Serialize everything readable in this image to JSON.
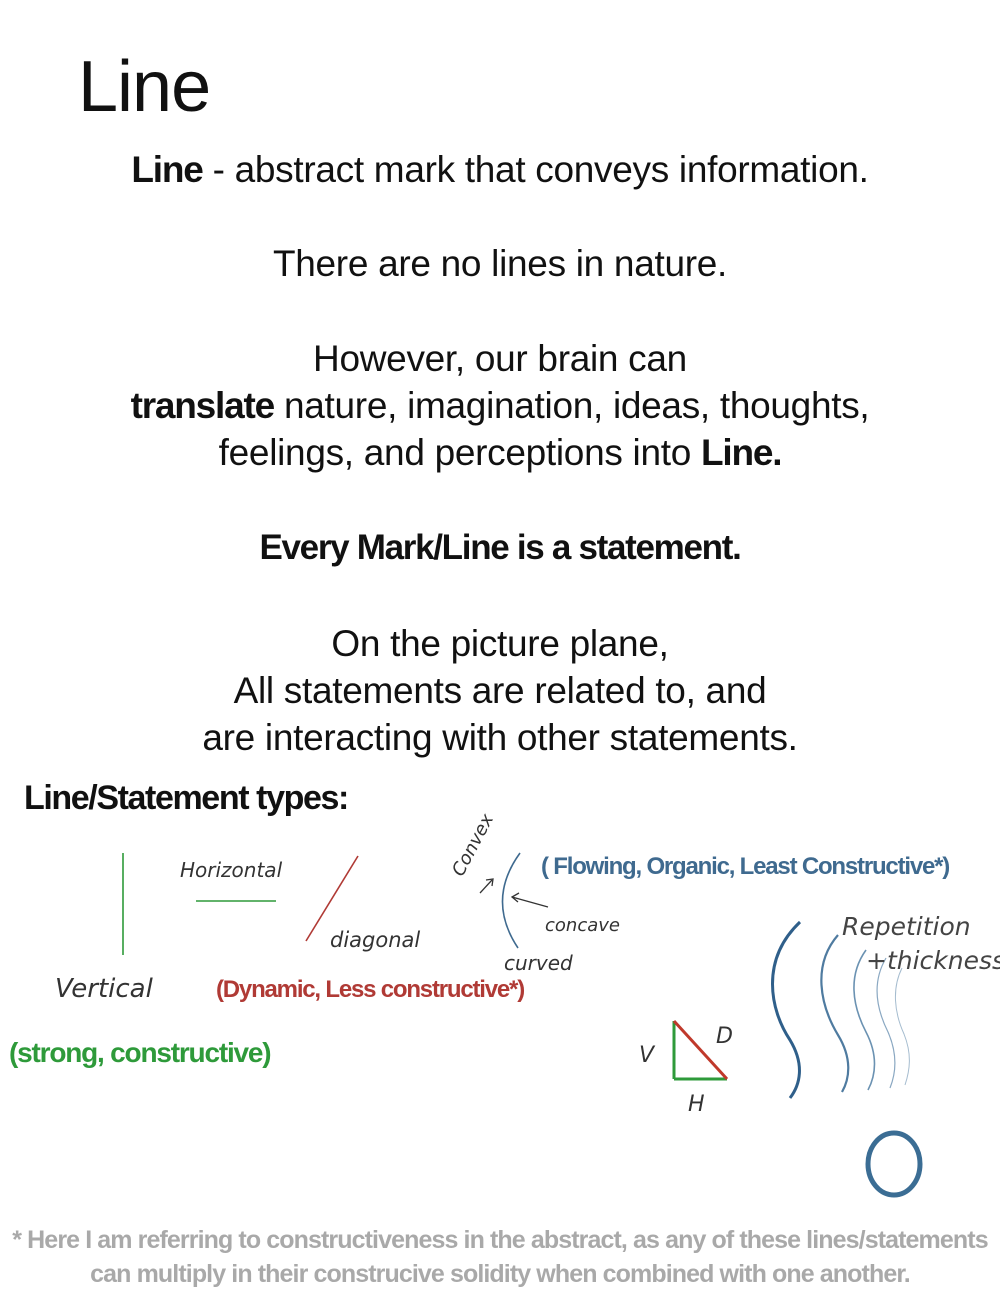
{
  "title": "Line",
  "definition": {
    "term": "Line",
    "rest": " - abstract mark that conveys information."
  },
  "no_lines": "There are no lines in nature.",
  "however": {
    "line1": "However, our brain can",
    "translate_word": "translate",
    "line2_rest": " nature, imagination, ideas, thoughts,",
    "line3_start": "feelings, and perceptions into ",
    "line3_bold": "Line."
  },
  "statement": "Every Mark/Line is a statement.",
  "picture_plane": {
    "line1": "On the picture plane,",
    "line2": "All statements are related to, and",
    "line3": "are interacting with other statements."
  },
  "types_heading": "Line/Statement types:",
  "handwritten": {
    "horizontal": "Horizontal",
    "vertical": "Vertical",
    "diagonal": "diagonal",
    "convex": "Convex",
    "concave": "concave",
    "curved": "curved",
    "repetition": "Repetition",
    "thickness": "+thickness",
    "v": "V",
    "d": "D",
    "h": "H"
  },
  "notes": {
    "flowing": "( Flowing, Organic, Least Constructive*)",
    "dynamic": "(Dynamic, Less constructive*)",
    "strong": "(strong, constructive)"
  },
  "footnote": {
    "line1": "* Here I am referring to constructiveness in the abstract, as any of these lines/statements",
    "line2": "can multiply in their construcive solidity when combined with one another."
  },
  "colors": {
    "green": "#2e9a3a",
    "red": "#b03a35",
    "blue": "#3f6a8f",
    "footnote_gray": "#a9a9a9"
  }
}
